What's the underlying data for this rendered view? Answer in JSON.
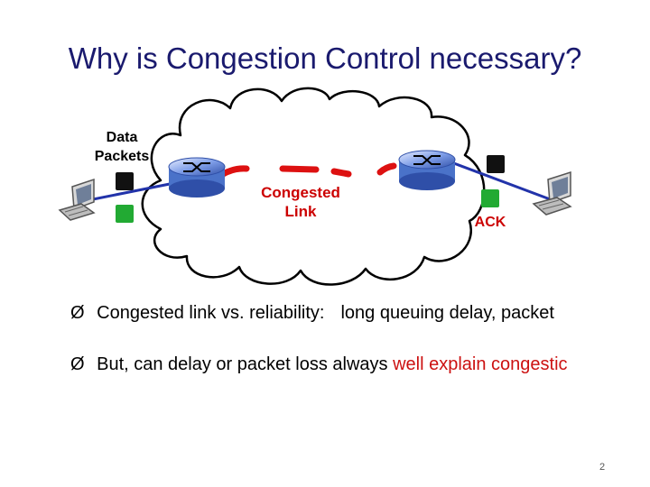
{
  "title": "Why is Congestion Control necessary?",
  "diagram": {
    "data_packets_label": "Data\nPackets",
    "congested_link_label": "Congested\nLink",
    "ack_label": "ACK"
  },
  "bullets": [
    {
      "marker": "Ø",
      "part1": "Congested link vs. reliability:",
      "part2": "long queuing delay,  packet"
    },
    {
      "marker": "Ø",
      "part1": "But, can delay or packet loss always ",
      "highlight": "well explain congestic",
      "highlight_color": "#cc1111"
    }
  ],
  "page_number": "2",
  "colors": {
    "title": "#1a1a6e",
    "congested_link": "#cc0000",
    "ack": "#cc0000",
    "data_packet": "#111111",
    "ack_packet": "#22aa33",
    "router": "#4a72c9",
    "link_line": "#2233aa"
  },
  "icons": [
    "cloud-icon",
    "router-icon",
    "computer-icon"
  ]
}
